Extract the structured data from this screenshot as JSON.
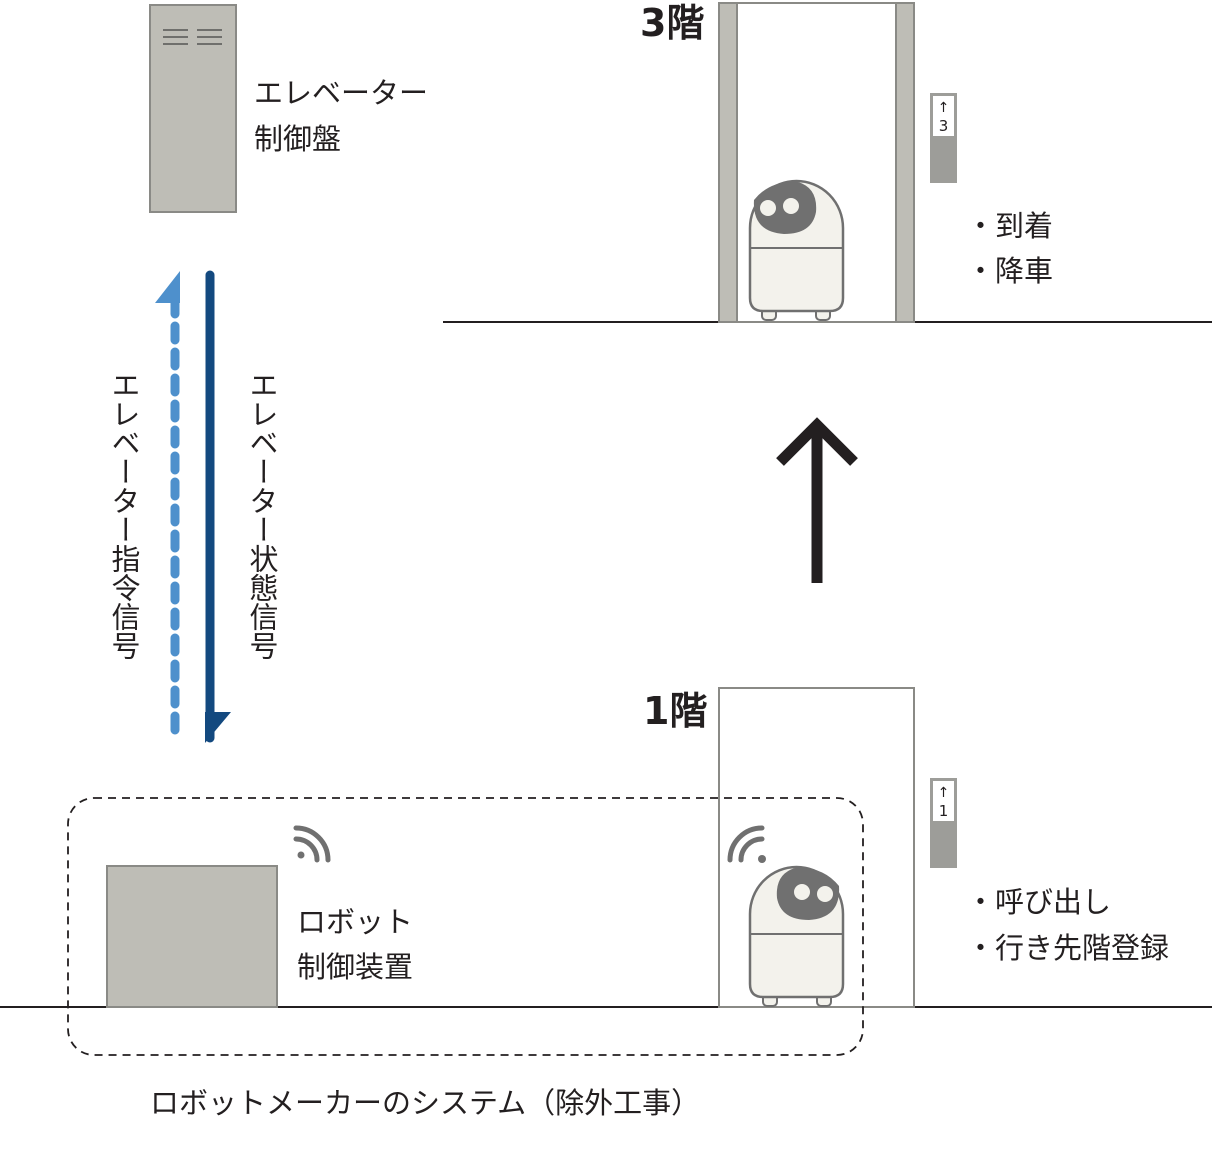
{
  "control_panel": {
    "line1": "エレベーター",
    "line2": "制御盤"
  },
  "signals": {
    "command": "エレベーター指令信号",
    "status": "エレベーター状態信号"
  },
  "floor3": {
    "label": "3階",
    "indicator": "3",
    "indicator_arrow": "↑",
    "actions": [
      "・到着",
      "・降車"
    ]
  },
  "floor1": {
    "label": "1階",
    "indicator": "1",
    "indicator_arrow": "↑",
    "actions": [
      "・呼び出し",
      "・行き先階登録"
    ]
  },
  "robot_controller": {
    "line1": "ロボット",
    "line2": "制御装置"
  },
  "system_caption": "ロボットメーカーのシステム（除外工事）",
  "colors": {
    "command_signal": "#4e90cc",
    "status_signal": "#13497f",
    "panel": "#bebdb6",
    "robot_face": "#707070",
    "robot_body": "#f3f2ec"
  }
}
